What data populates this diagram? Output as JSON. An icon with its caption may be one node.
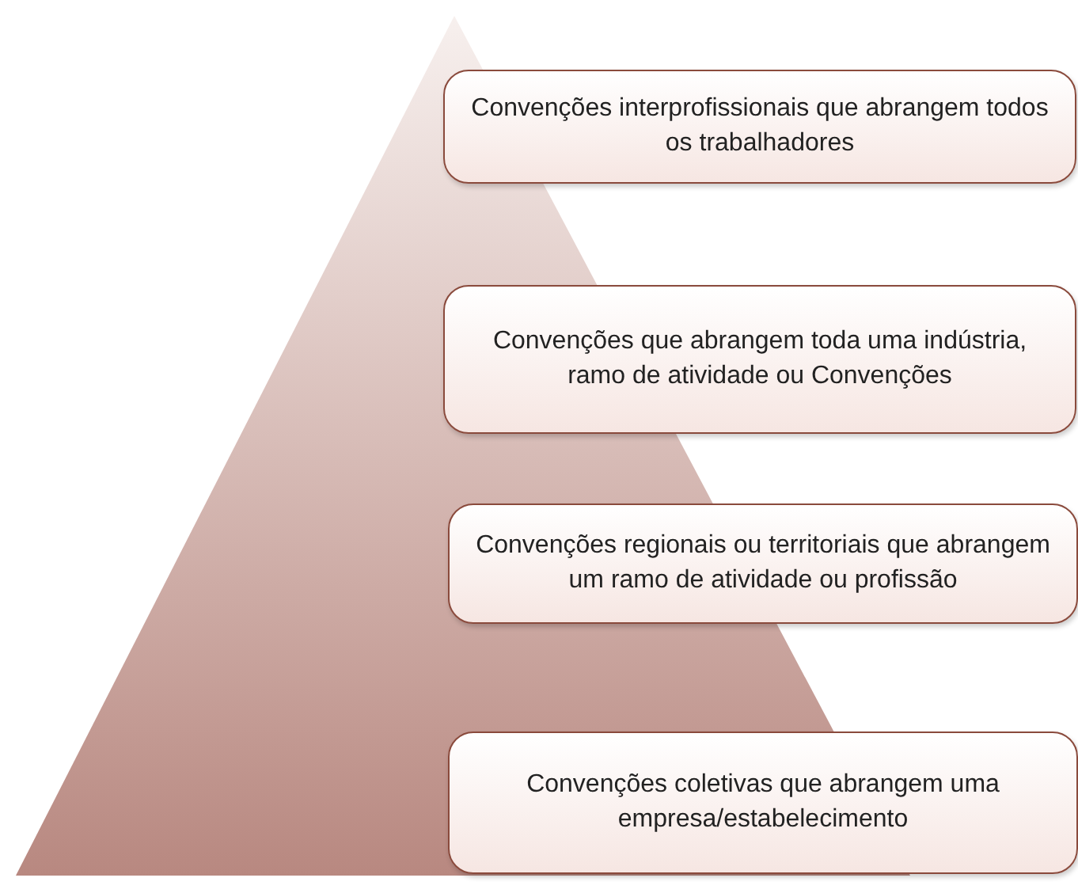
{
  "diagram": {
    "nodes": [
      {
        "text": [
          "Convenções interprofissionais que abrangem todos os trabalhadores"
        ]
      },
      {
        "text": [
          "Convenções que abrangem toda uma indústria, ramo de atividade ou Convenções"
        ]
      },
      {
        "text": [
          "Convenções regionais ou territoriais que abrangem um ramo de atividade ou profissão"
        ]
      },
      {
        "text": [
          "Convenções coletivas que abrangem uma empresa/estabelecimento"
        ]
      }
    ]
  }
}
